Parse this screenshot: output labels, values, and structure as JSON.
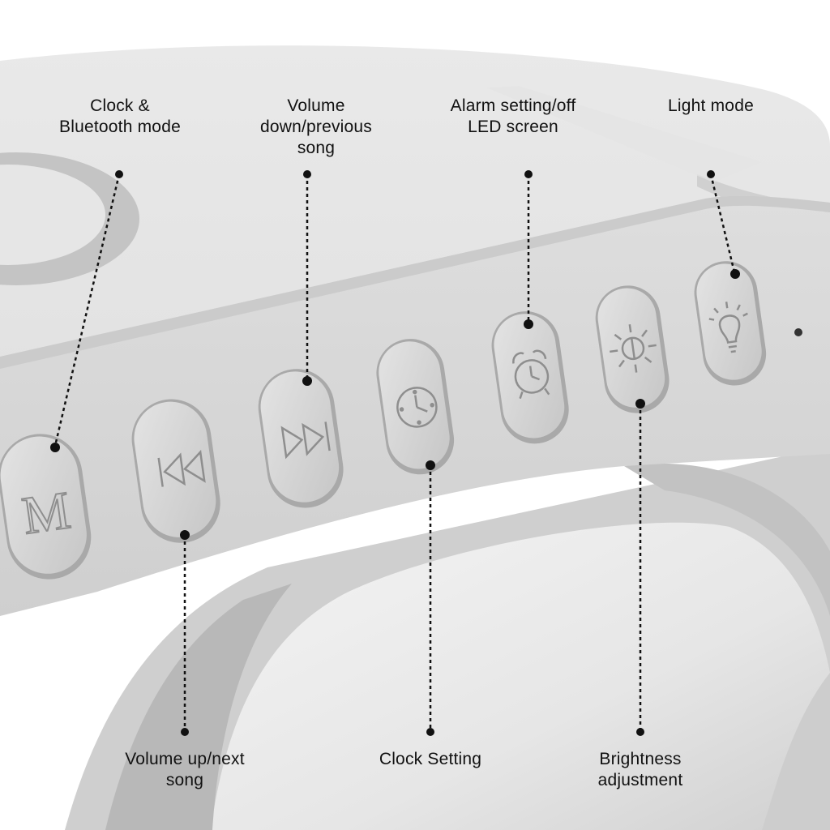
{
  "callouts": {
    "clock_bluetooth": "Clock &\nBluetooth mode",
    "volume_down": "Volume\ndown/previous\nsong",
    "alarm_led": "Alarm setting/off\nLED screen",
    "light_mode": "Light mode",
    "volume_up": "Volume up/next\nsong",
    "clock_setting": "Clock Setting",
    "brightness": "Brightness\nadjustment"
  },
  "buttons": [
    {
      "name": "mode-button",
      "glyph": "M",
      "icon": "letter-m-icon"
    },
    {
      "name": "previous-button",
      "icon": "previous-icon"
    },
    {
      "name": "next-button",
      "icon": "next-icon"
    },
    {
      "name": "clock-button",
      "icon": "clock-icon"
    },
    {
      "name": "alarm-button",
      "icon": "alarm-clock-icon"
    },
    {
      "name": "brightness-button",
      "icon": "sun-icon"
    },
    {
      "name": "light-button",
      "icon": "light-bulb-icon"
    }
  ],
  "colors": {
    "body": "#dcdcdc",
    "button": "#d4d4d4",
    "icon": "#9a9a9a",
    "ring": "#bdbdbd",
    "line": "#111111"
  }
}
